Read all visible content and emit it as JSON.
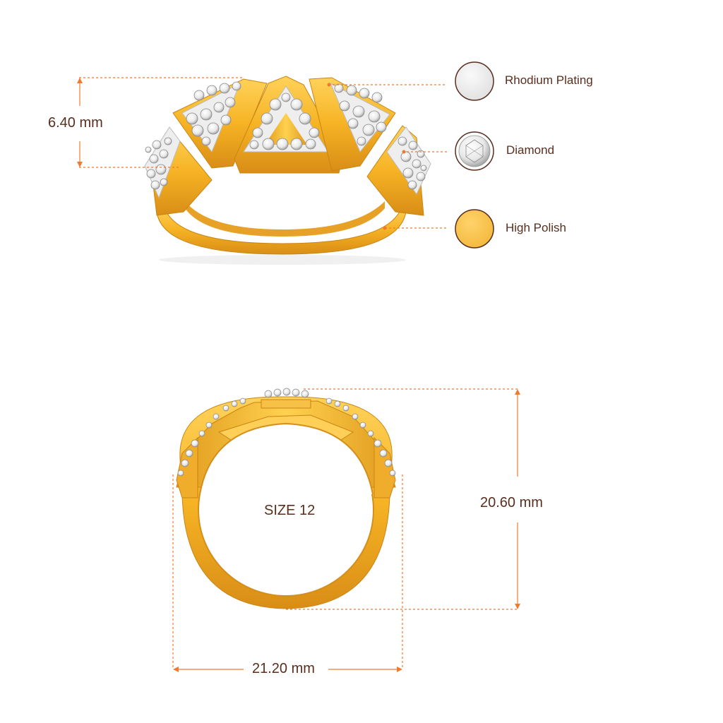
{
  "dimensions": {
    "height_top": "6.40 mm",
    "height_front": "20.60 mm",
    "width_front": "21.20 mm"
  },
  "size_label": "SIZE 12",
  "legend": [
    {
      "label": "Rhodium Plating",
      "color": "#e9e9e9",
      "icon": "rhodium-swatch"
    },
    {
      "label": "Diamond",
      "color": "#f4f4f4",
      "icon": "diamond"
    },
    {
      "label": "High Polish",
      "color": "#f6c04a",
      "icon": "gold-swatch"
    }
  ],
  "colors": {
    "dimension_line": "#f07a2e",
    "text": "#5a2e1e",
    "gold": "#f6b324",
    "gold_dark": "#d9901a",
    "swatch_outline": "#5a2e1e"
  }
}
